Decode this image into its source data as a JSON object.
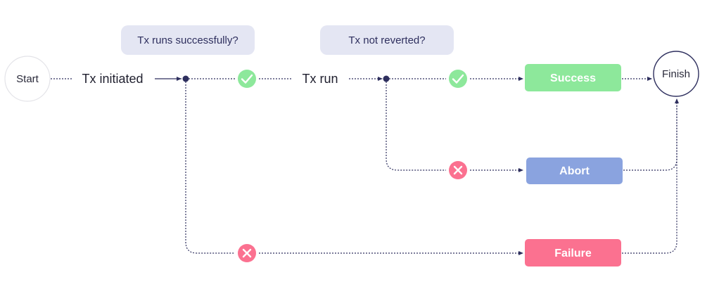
{
  "nodes": {
    "start": "Start",
    "tx_initiated": "Tx initiated",
    "tx_run": "Tx run",
    "finish": "Finish"
  },
  "questions": {
    "runs_successfully": "Tx runs successfully?",
    "not_reverted": "Tx not reverted?"
  },
  "outcomes": {
    "success": "Success",
    "abort": "Abort",
    "failure": "Failure"
  },
  "colors": {
    "connector": "#2e2f5e",
    "question_bg": "#e4e6f3",
    "success": "#8de89b",
    "abort": "#8aa3df",
    "failure": "#fb7190",
    "check_bg": "#8de89b",
    "cross_bg": "#fb7190",
    "circle_stroke_start": "#e3e3e8",
    "circle_stroke_finish": "#2e2f5e"
  },
  "icons": {
    "yes": "check-icon",
    "no": "cross-icon"
  }
}
